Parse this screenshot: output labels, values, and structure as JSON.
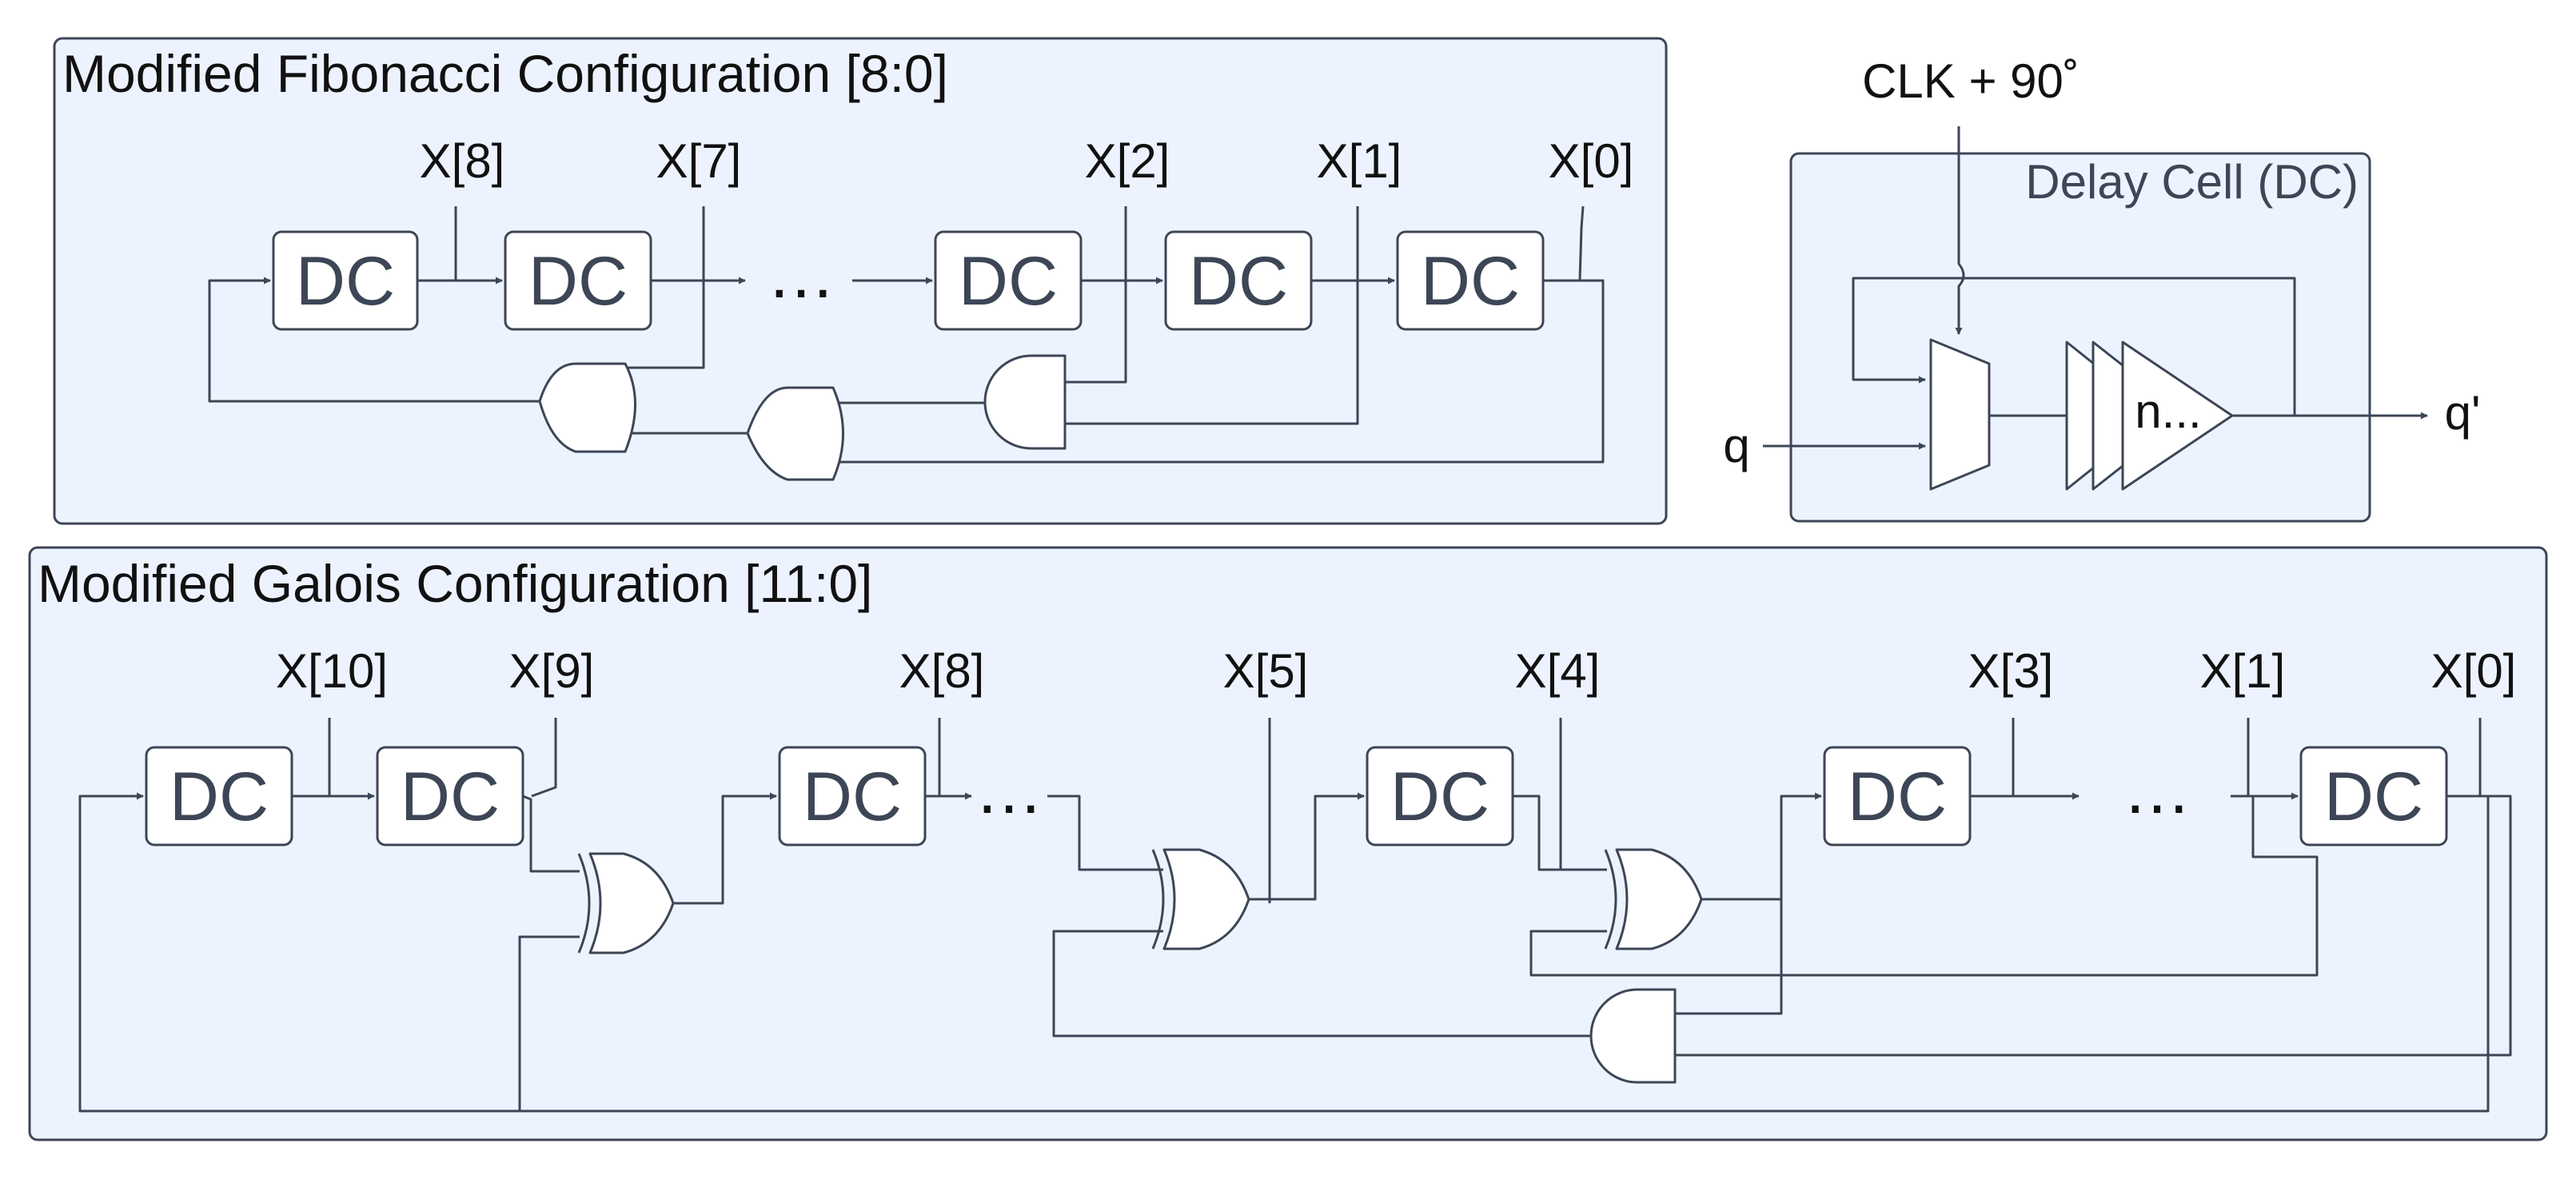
{
  "colors": {
    "line": "#3d4656",
    "panel_fill": "#edf3fe",
    "box_fill": "#ffffff",
    "text": "#111111"
  },
  "cell_label": "DC",
  "ellipsis": "…",
  "fibonacci": {
    "title": "Modified Fibonacci Configuration [8:0]",
    "taps": [
      "X[8]",
      "X[7]",
      "X[2]",
      "X[1]",
      "X[0]"
    ]
  },
  "galois": {
    "title": "Modified Galois Configuration [11:0]",
    "taps": [
      "X[10]",
      "X[9]",
      "X[8]",
      "X[5]",
      "X[4]",
      "X[3]",
      "X[1]",
      "X[0]"
    ]
  },
  "delay_cell": {
    "title": "Delay Cell (DC)",
    "clock_label": "CLK + 90˚",
    "input_label": "q",
    "output_label": "q'",
    "buffer_label": "n..."
  }
}
